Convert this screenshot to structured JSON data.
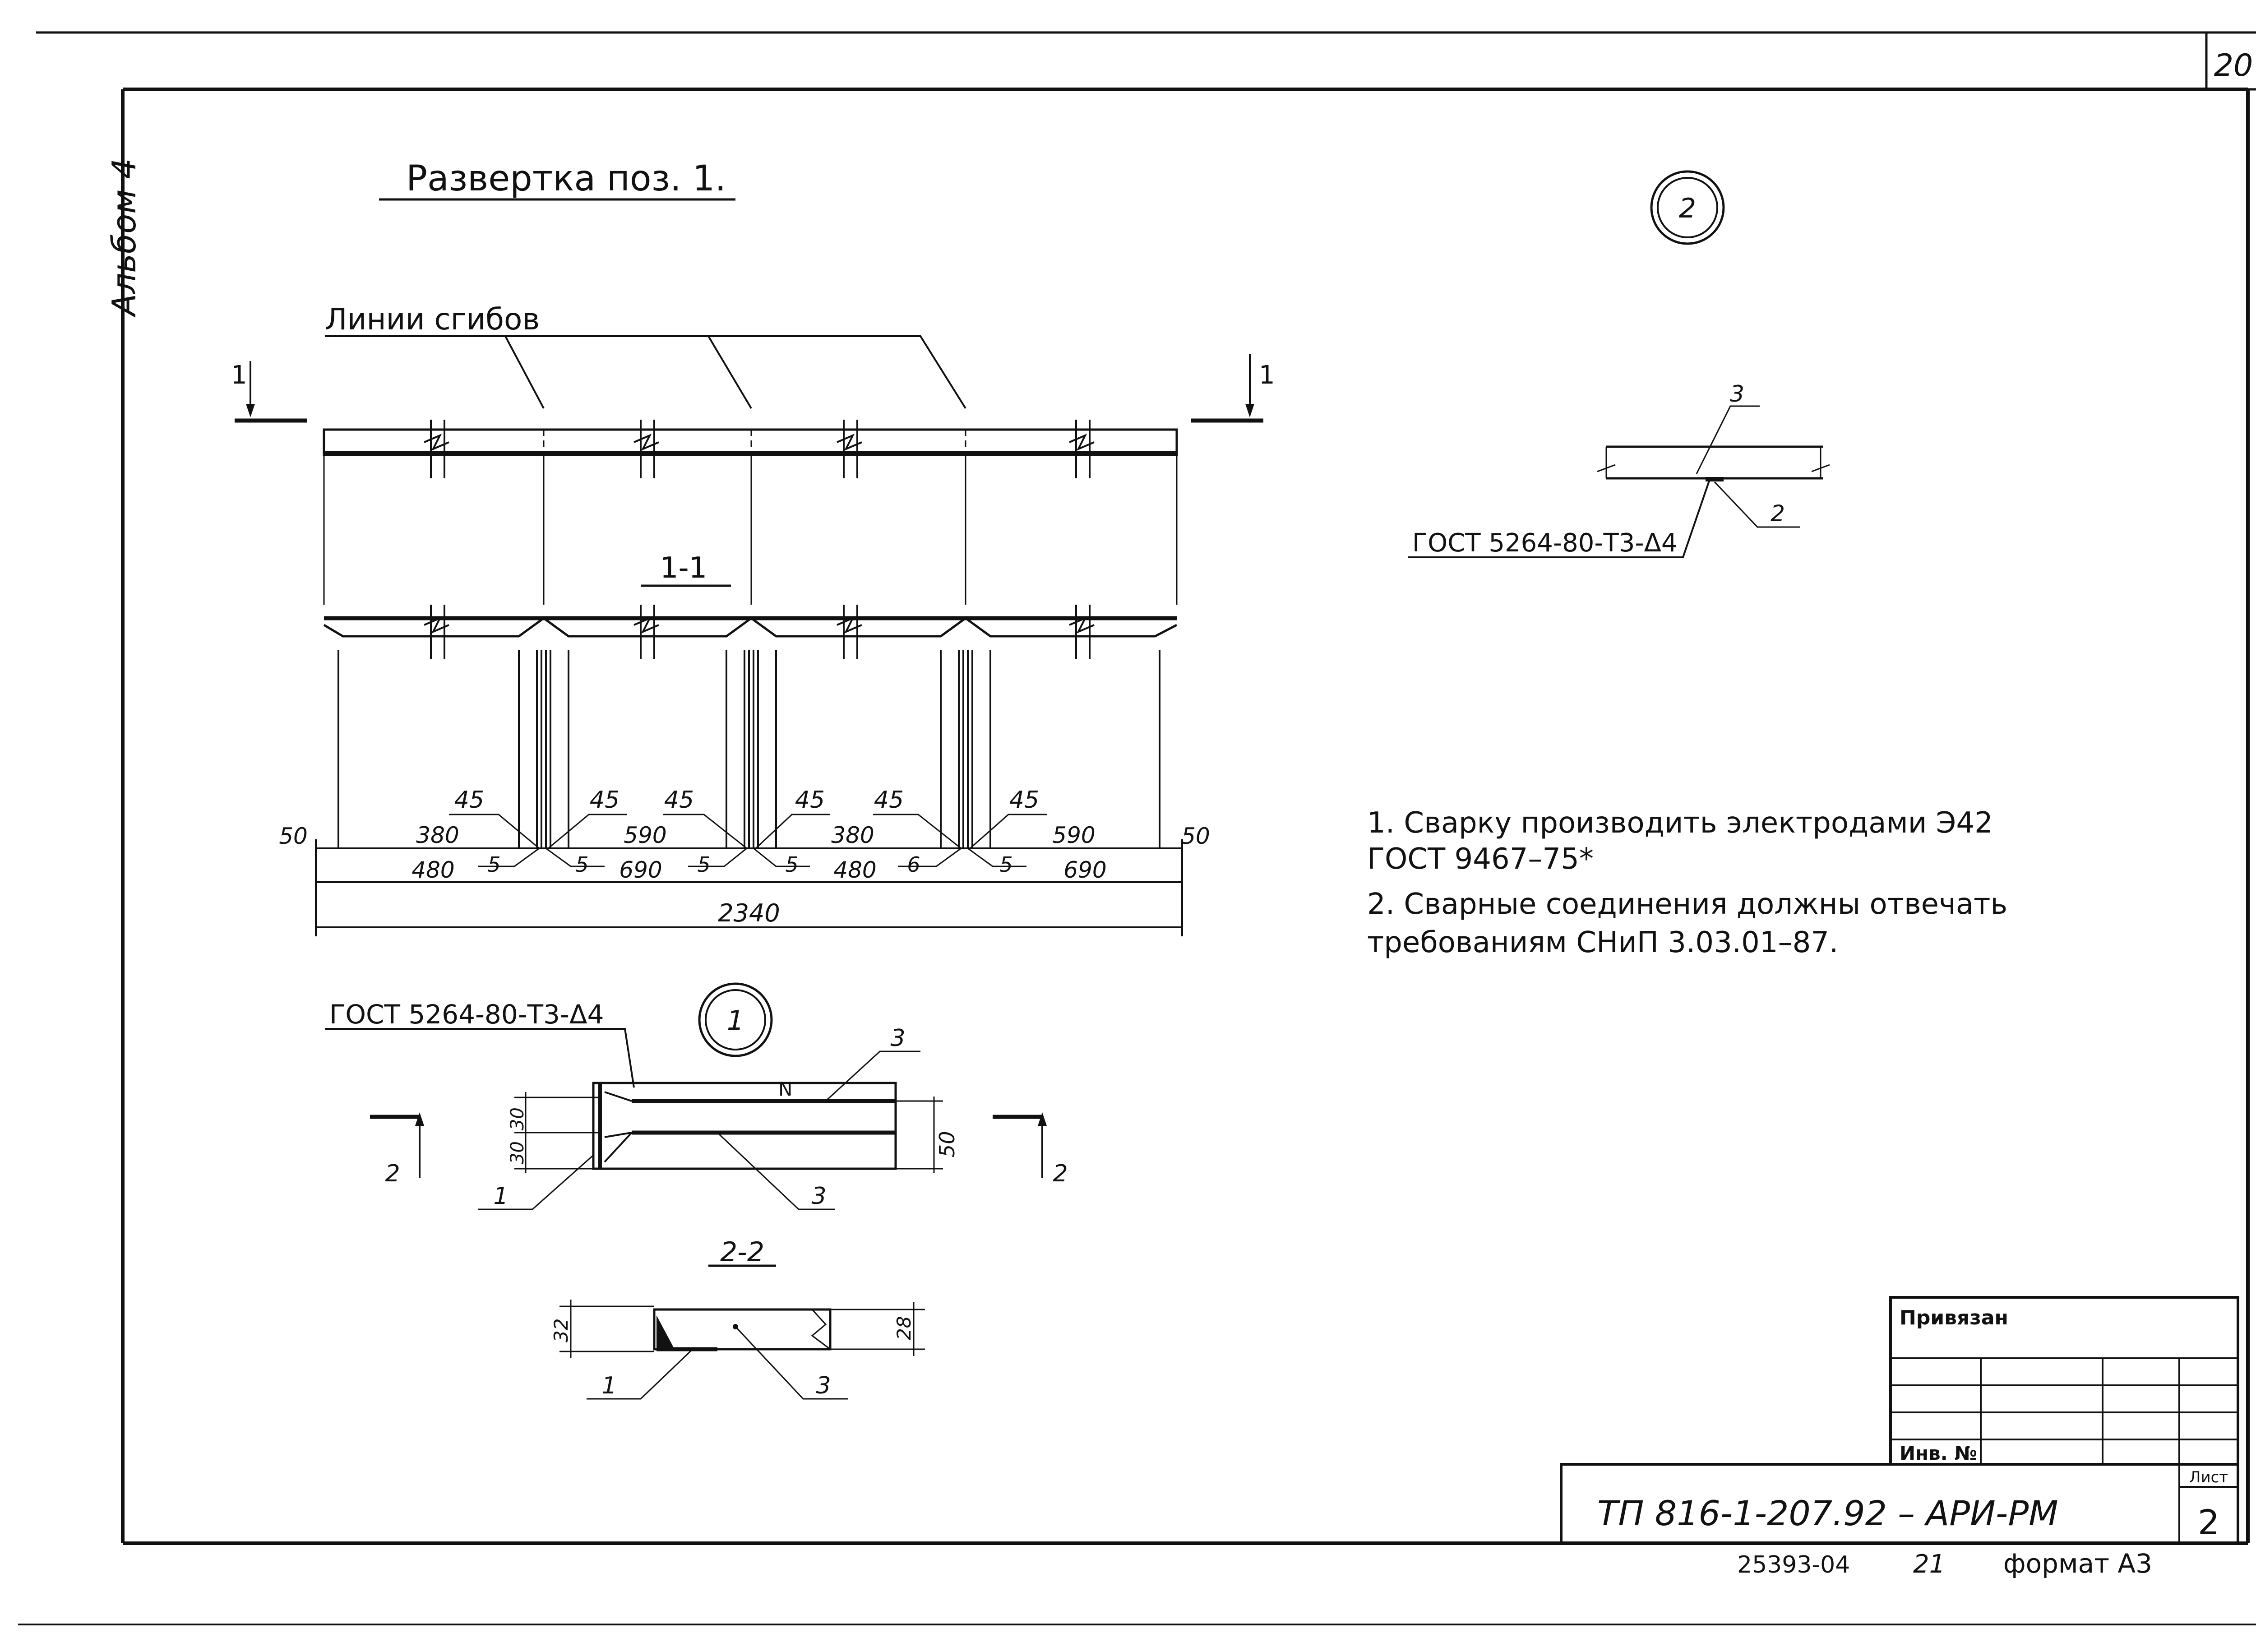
{
  "sheet": {
    "page_number": "20",
    "album_label": "Альбом 4",
    "title_block": {
      "tied_label": "Привязан",
      "inv_label": "Инв. №",
      "sheet_label": "Лист",
      "sheet_number": "2",
      "document_code": "ТП 816-1-207.92 – АРИ-РМ",
      "bottom_code": "25393-04",
      "bottom_number": "21",
      "format_label": "формат А3"
    }
  },
  "development": {
    "title": "Развертка поз. 1.",
    "fold_lines_label": "Линии сгибов",
    "section_mark": "1",
    "section_title": "1-1",
    "angles": [
      "45",
      "45",
      "45",
      "45",
      "45",
      "45"
    ],
    "small_dims": [
      "5",
      "5",
      "5",
      "5",
      "6",
      "5"
    ],
    "end_dims": [
      "50",
      "50"
    ],
    "row1_dims": [
      "380",
      "590",
      "380",
      "590"
    ],
    "row2_dims": [
      "480",
      "690",
      "480",
      "690"
    ],
    "total": "2340"
  },
  "node1": {
    "number": "1",
    "weld_spec": "ГОСТ 5264-80-Т3-Δ4",
    "section_mark": "2",
    "positions": [
      "1",
      "3",
      "3"
    ],
    "dims": [
      "30",
      "30",
      "50"
    ],
    "weld_mark": "N"
  },
  "section22": {
    "title": "2-2",
    "dims": [
      "32",
      "28"
    ],
    "positions": [
      "1",
      "3"
    ]
  },
  "node2": {
    "number": "2",
    "weld_spec": "ГОСТ 5264-80-Т3-Δ4",
    "positions": [
      "3",
      "2"
    ]
  },
  "notes": [
    {
      "line1": "1. Сварку производить электродами Э42",
      "line2": "ГОСТ 9467–75*"
    },
    {
      "line1": "2. Сварные соединения должны отвечать",
      "line2": "требованиям СНиП 3.03.01–87."
    }
  ]
}
